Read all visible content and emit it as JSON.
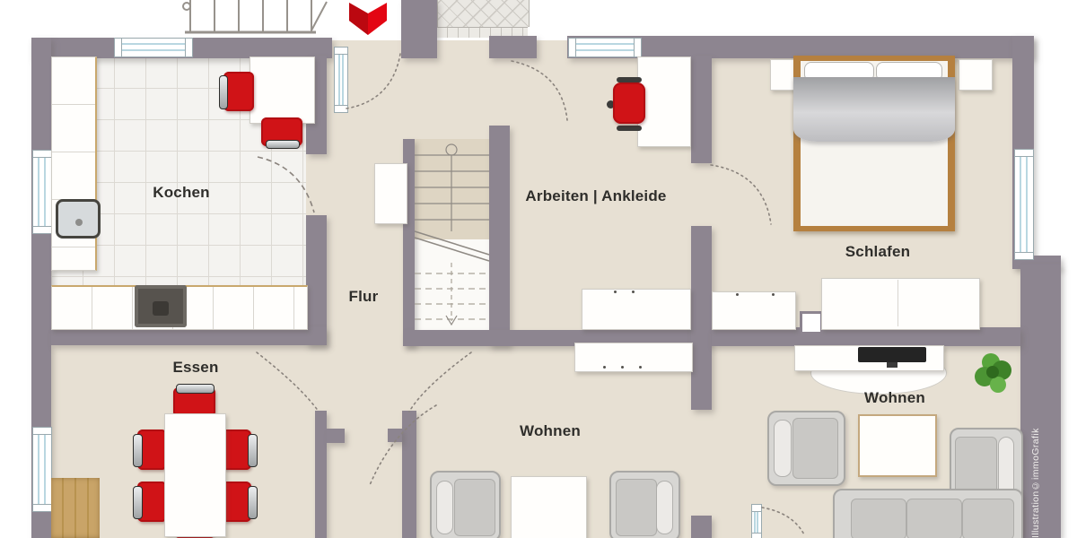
{
  "rooms": [
    {
      "id": "kochen",
      "label": "Kochen"
    },
    {
      "id": "flur",
      "label": "Flur"
    },
    {
      "id": "arbeiten-ankleide",
      "label": "Arbeiten | Ankleide"
    },
    {
      "id": "schlafen",
      "label": "Schlafen"
    },
    {
      "id": "essen",
      "label": "Essen"
    },
    {
      "id": "wohnen-mitte",
      "label": "Wohnen"
    },
    {
      "id": "wohnen-rechts",
      "label": "Wohnen"
    }
  ],
  "watermark": "Illustration©immoGrafik",
  "entrance_marker": "red-chevron-arrow-down",
  "colors": {
    "wall": "#8d8590",
    "floor": "#e7e0d3",
    "kitchen_tiles": "#f4f3f0",
    "accent_red": "#d01317",
    "window_blue": "#b9d7e1",
    "wood": "#b5803f",
    "sofa_gray": "#c9c8c5",
    "plant_green": "#4c9434"
  },
  "furniture_visible": [
    "kitchen-counter",
    "kitchen-sink",
    "stove",
    "kitchen-table",
    "red-chairs",
    "staircase",
    "hall-cabinet",
    "desk",
    "office-chair",
    "double-bed",
    "nightstands",
    "wardrobes",
    "sideboards",
    "tv-lowboard",
    "tv",
    "dining-table",
    "coffee-tables",
    "armchairs",
    "corner-sofa",
    "plant",
    "wood-floor-strip"
  ]
}
